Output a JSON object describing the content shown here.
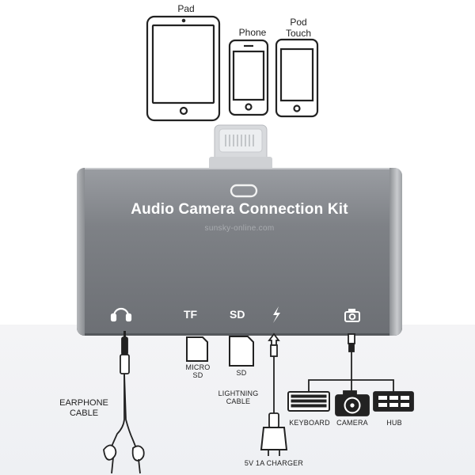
{
  "devices": {
    "pad_label": "Pad",
    "phone_label": "Phone",
    "pod_label": "Pod\nTouch"
  },
  "adapter": {
    "title": "Audio Camera Connection Kit",
    "watermark": "sunsky-online.com",
    "port_tf": "TF",
    "port_sd": "SD"
  },
  "accessories": {
    "micro_sd": "MICRO\nSD",
    "sd": "SD",
    "lightning_cable": "LIGHTNING\nCABLE",
    "earphone_cable": "EARPHONE\nCABLE",
    "charger": "5V 1A CHARGER",
    "keyboard": "KEYBOARD",
    "camera": "CAMERA",
    "hub": "HUB"
  },
  "colors": {
    "adapter_gray": "#7e8186",
    "line_art": "#222222",
    "text_white": "#ffffff"
  }
}
